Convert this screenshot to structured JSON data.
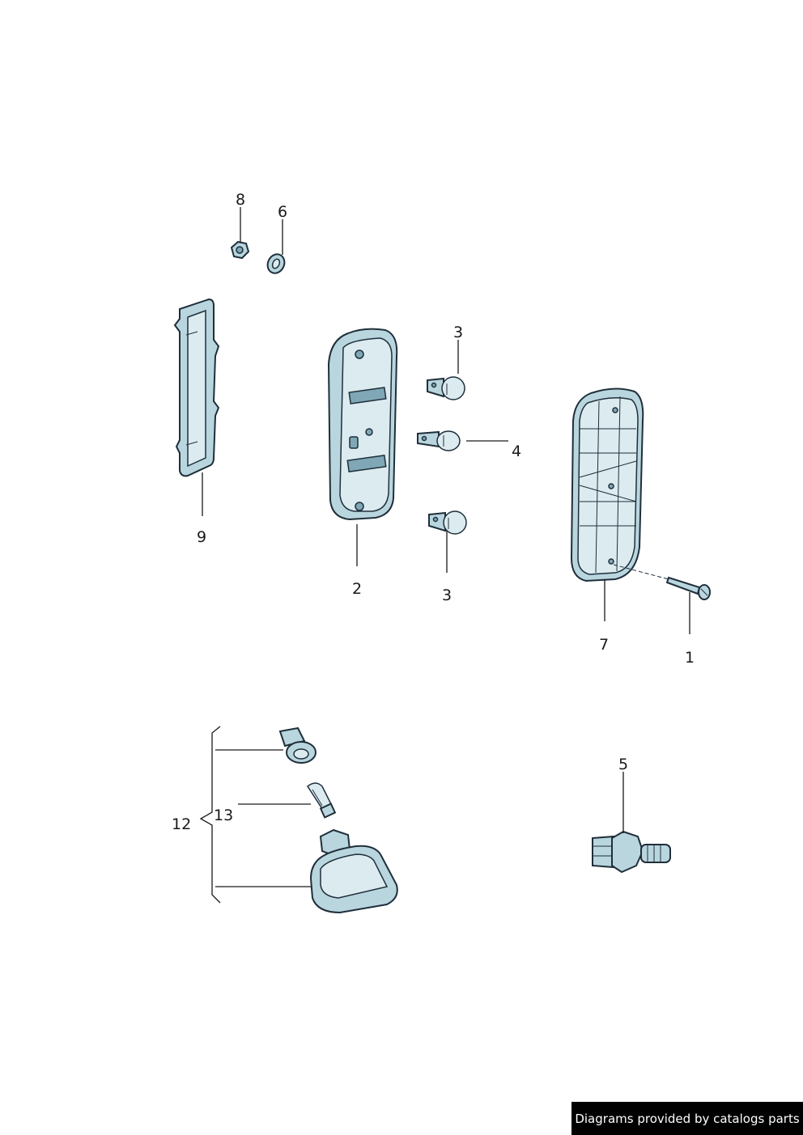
{
  "callouts": {
    "c1": "1",
    "c2": "2",
    "c3a": "3",
    "c3b": "3",
    "c4": "4",
    "c5": "5",
    "c6": "6",
    "c7": "7",
    "c8": "8",
    "c9": "9",
    "c12": "12",
    "c13": "13"
  },
  "credit": "Diagrams provided by catalogs parts",
  "colors": {
    "part_fill": "#b9d6df",
    "outline": "#1f2f3a",
    "badge_bg": "#000000",
    "badge_text": "#ffffff"
  }
}
